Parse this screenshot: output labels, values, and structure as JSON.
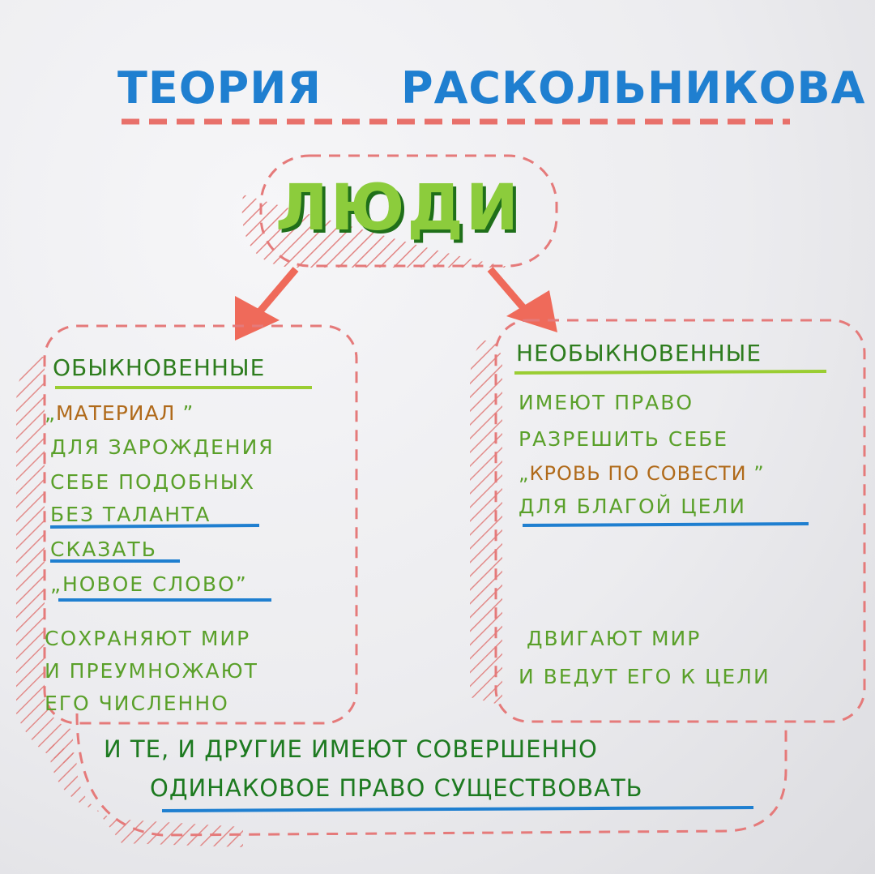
{
  "title": {
    "word1": "ТЕОРИЯ",
    "word2": "РАСКОЛЬНИКОВА"
  },
  "root": {
    "label": "ЛЮДИ"
  },
  "left": {
    "heading": "ОБЫКНОВЕННЫЕ",
    "quote_open": "„",
    "material": "МАТЕРИАЛ",
    "quote_close": "”",
    "line2": "ДЛЯ ЗАРОЖДЕНИЯ",
    "line3": "СЕБЕ ПОДОБНЫХ",
    "line4": "БЕЗ ТАЛАНТА",
    "line5": "СКАЗАТЬ",
    "line6": "„НОВОЕ СЛОВО”",
    "bottom1": "СОХРАНЯЮТ МИР",
    "bottom2": "И ПРЕУМНОЖАЮТ",
    "bottom3": "ЕГО ЧИСЛЕННО"
  },
  "right": {
    "heading": "НЕОБЫКНОВЕННЫЕ",
    "line1": "ИМЕЮТ ПРАВО",
    "line2": "РАЗРЕШИТЬ СЕБЕ",
    "quote_open": "„",
    "blood": "КРОВЬ ПО СОВЕСТИ",
    "quote_close": "”",
    "line4": "ДЛЯ БЛАГОЙ ЦЕЛИ",
    "bottom1": "ДВИГАЮТ МИР",
    "bottom2": "И ВЕДУТ ЕГО К ЦЕЛИ"
  },
  "conclusion": {
    "line1": "И ТЕ, И ДРУГИЕ ИМЕЮТ СОВЕРШЕННО",
    "line2": "ОДИНАКОВОЕ ПРАВО СУЩЕСТВОВАТЬ"
  },
  "colors": {
    "title_blue": "#1f7fd0",
    "underline_red": "#e8706a",
    "heading_green": "#2e7d1e",
    "text_green": "#5aa02a",
    "accent_orange": "#b06a1a",
    "underline_blue": "#1f7fd0",
    "box_red": "#e57a7a",
    "arrow_red": "#ef6a5a",
    "root_green": "#8ccc3c"
  }
}
